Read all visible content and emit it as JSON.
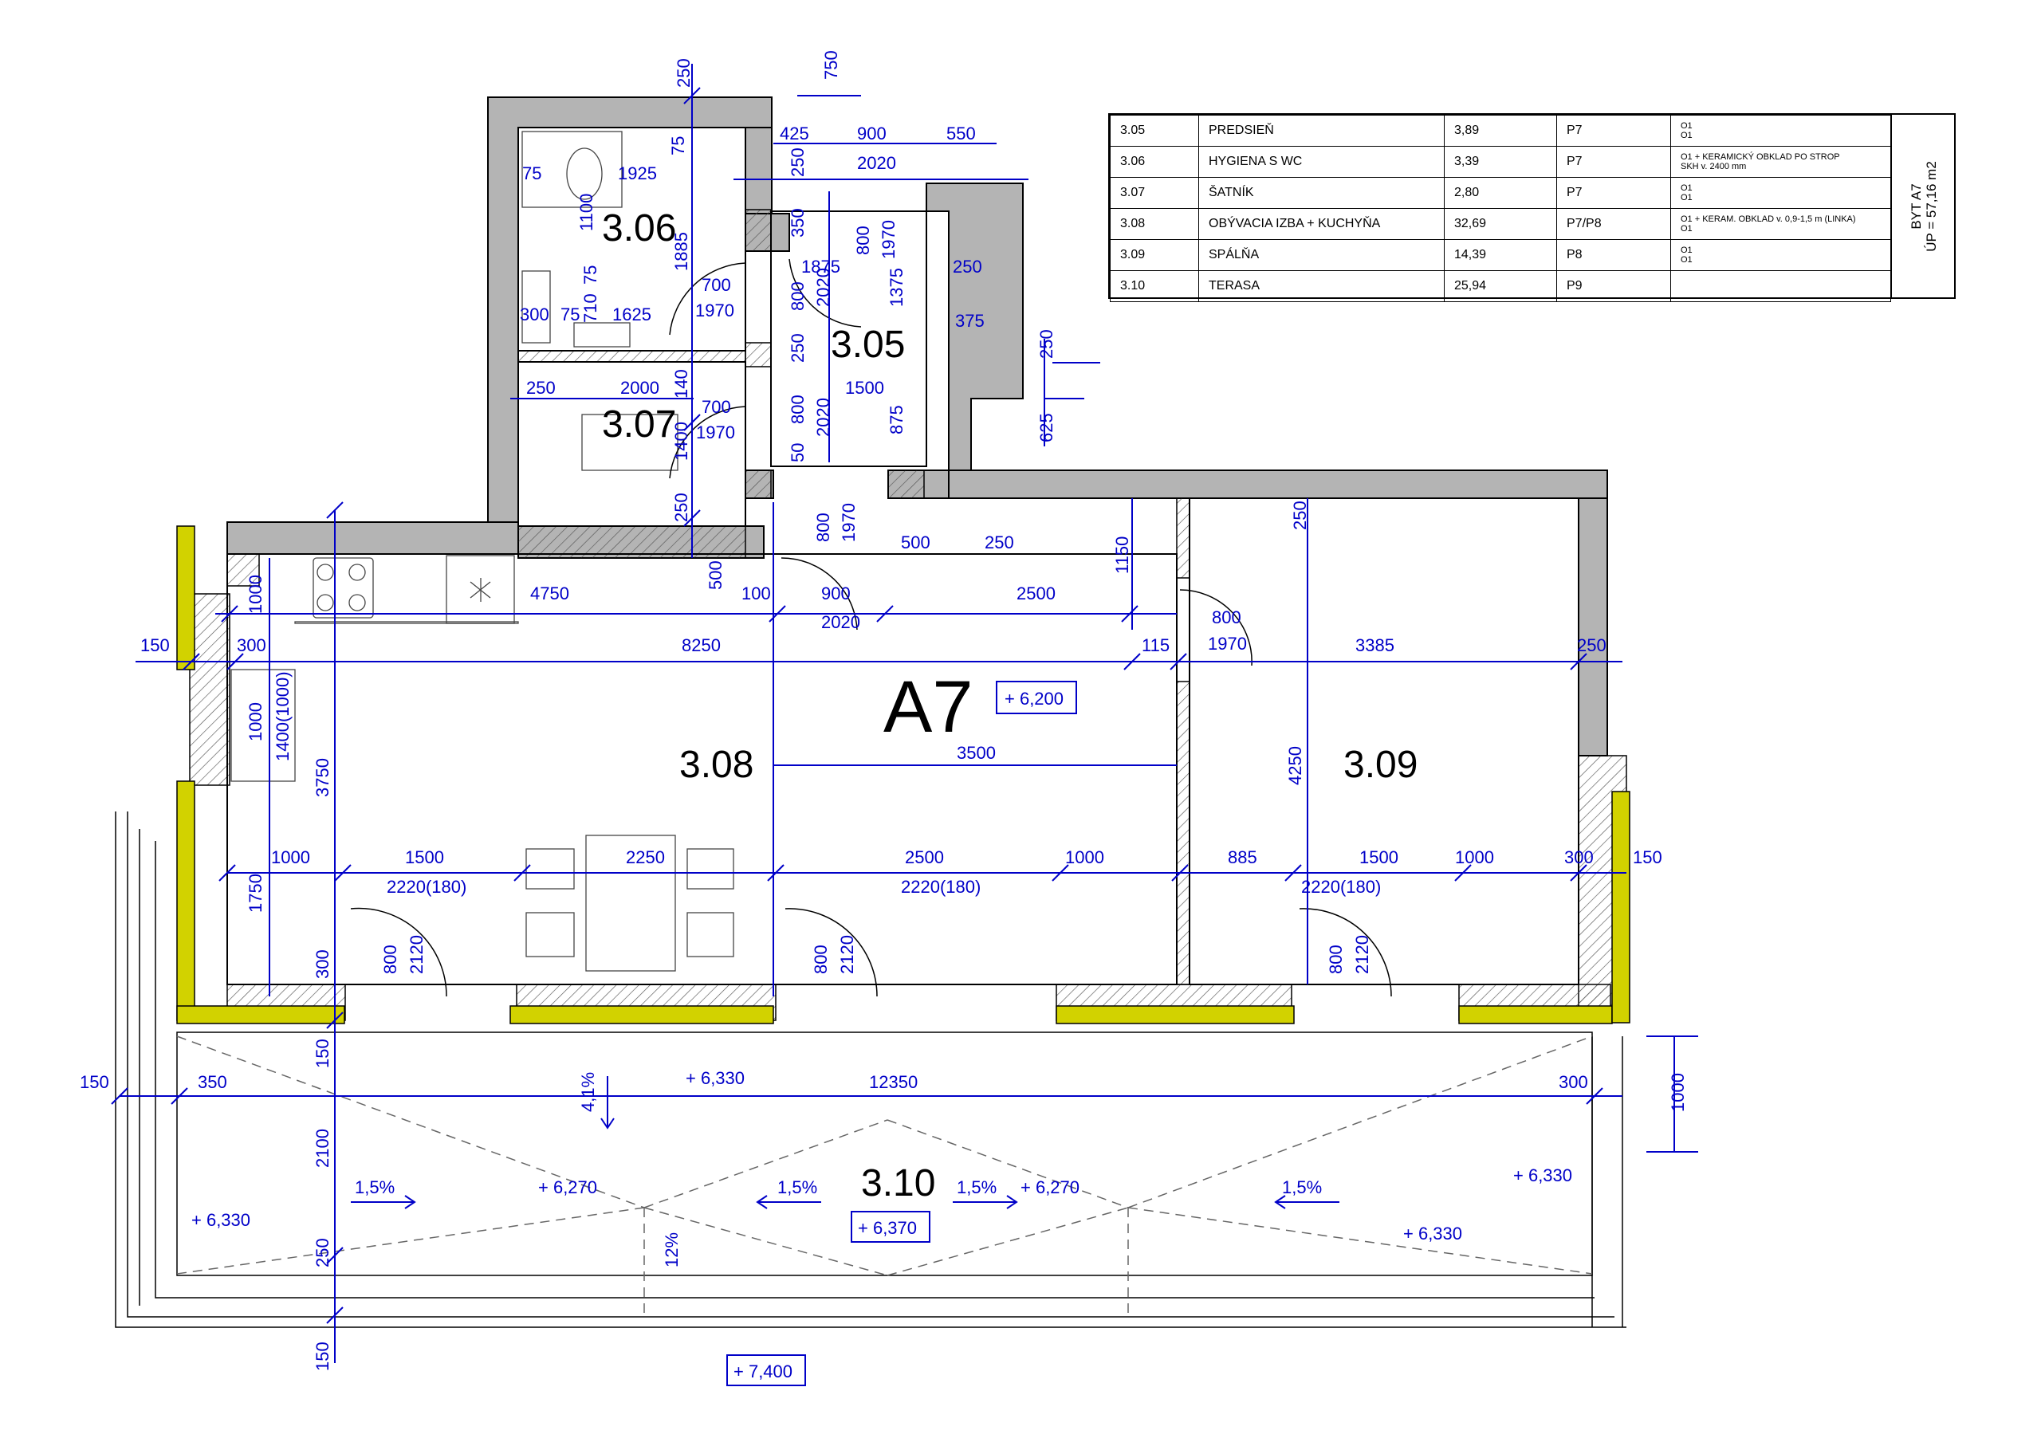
{
  "legend": {
    "rows": [
      {
        "code": "3.05",
        "name": "PREDSIEŇ",
        "area": "3,89",
        "floor": "P7",
        "finish": [
          "O1",
          "O1"
        ]
      },
      {
        "code": "3.06",
        "name": "HYGIENA S WC",
        "area": "3,39",
        "floor": "P7",
        "finish": [
          "O1 + KERAMICKÝ OBKLAD PO STROP",
          "SKH v. 2400 mm"
        ]
      },
      {
        "code": "3.07",
        "name": "ŠATNÍK",
        "area": "2,80",
        "floor": "P7",
        "finish": [
          "O1",
          "O1"
        ]
      },
      {
        "code": "3.08",
        "name": "OBÝVACIA IZBA + KUCHYŇA",
        "area": "32,69",
        "floor": "P7/P8",
        "finish": [
          "O1 + KERAM. OBKLAD v. 0,9-1,5 m (LINKA)",
          "O1"
        ]
      },
      {
        "code": "3.09",
        "name": "SPÁLŇA",
        "area": "14,39",
        "floor": "P8",
        "finish": [
          "O1",
          "O1"
        ]
      },
      {
        "code": "3.10",
        "name": "TERASA",
        "area": "25,94",
        "floor": "P9",
        "finish": [
          "",
          ""
        ]
      }
    ],
    "apartment_title": "BYT A7",
    "apartment_area": "ÚP = 57,16 m2"
  },
  "rooms": {
    "r305": "3.05",
    "r306": "3.06",
    "r307": "3.07",
    "r308": "3.08",
    "r309": "3.09",
    "r310": "3.10",
    "unit": "A7"
  },
  "levels": {
    "l6200": "+ 6,200",
    "l6330a": "+ 6,330",
    "l6330b": "+ 6,330",
    "l6330c": "+ 6,330",
    "l6330d": "+ 6,330",
    "l6270a": "+ 6,270",
    "l6270b": "+ 6,270",
    "l6370": "+ 6,370",
    "l7400": "+ 7,400"
  },
  "slopes": {
    "s1": "1,5%",
    "s2": "1,5%",
    "s3": "1,5%",
    "s4": "1,5%",
    "s5": "4,1%",
    "s6": "12%"
  },
  "dims": {
    "d250a": "250",
    "d750": "750",
    "d425": "425",
    "d900a": "900",
    "d550": "550",
    "d250b": "250",
    "d2020a": "2020",
    "d75a": "75",
    "d75b": "75",
    "d1925": "1925",
    "d1100": "1100",
    "d1885": "1885",
    "d700a": "700",
    "d1970a": "1970",
    "d350a": "350",
    "d800a": "800",
    "d1970b": "1970",
    "d1875": "1875",
    "d250c": "250",
    "d800b": "800",
    "d2020b": "2020",
    "d1375": "1375",
    "d375": "375",
    "d300a": "300",
    "d75c": "75",
    "d710": "710",
    "d1625": "1625",
    "d75d": "75",
    "d250d": "250",
    "d250e": "250",
    "d250f": "250",
    "d2000": "2000",
    "d700b": "700",
    "d1970c": "1970",
    "d1500a": "1500",
    "d800c": "800",
    "d2020c": "2020",
    "d875": "875",
    "d625": "625",
    "d140": "140",
    "d1400a": "1400",
    "d50": "50",
    "d250g": "250",
    "d500a": "500",
    "d800d": "800",
    "d1970d": "1970",
    "d500b": "500",
    "d250h": "250",
    "d1150": "1150",
    "d250i": "250",
    "d1000a": "1000",
    "d4750": "4750",
    "d100": "100",
    "d900b": "900",
    "d2500a": "2500",
    "d2020d": "2020",
    "d800e": "800",
    "d1970e": "1970",
    "d150a": "150",
    "d300b": "300",
    "d8250": "8250",
    "d115": "115",
    "d3385": "3385",
    "d250j": "250",
    "d1000b": "1000",
    "d1400b": "1400(1000)",
    "d3750": "3750",
    "d3500": "3500",
    "d4250": "4250",
    "d1000c": "1000",
    "d1500b": "1500",
    "d2250": "2250",
    "d2500b": "2500",
    "d1000d": "1000",
    "d885": "885",
    "d1500c": "1500",
    "d1000e": "1000",
    "d300c": "300",
    "d150b": "150",
    "d1750": "1750",
    "d2220a": "2220(180)",
    "d2220b": "2220(180)",
    "d2220c": "2220(180)",
    "d800f": "800",
    "d2120a": "2120",
    "d800g": "800",
    "d2120b": "2120",
    "d800h": "800",
    "d2120c": "2120",
    "d300d": "300",
    "d150c": "150",
    "d150d": "150",
    "d350b": "350",
    "d12350": "12350",
    "d300e": "300",
    "d1000f": "1000",
    "d2100": "2100",
    "d250k": "250",
    "d150e": "150"
  },
  "colors": {
    "wall": "#b4b4b4",
    "insulation": "#d2d200",
    "dim": "#0000c8"
  }
}
